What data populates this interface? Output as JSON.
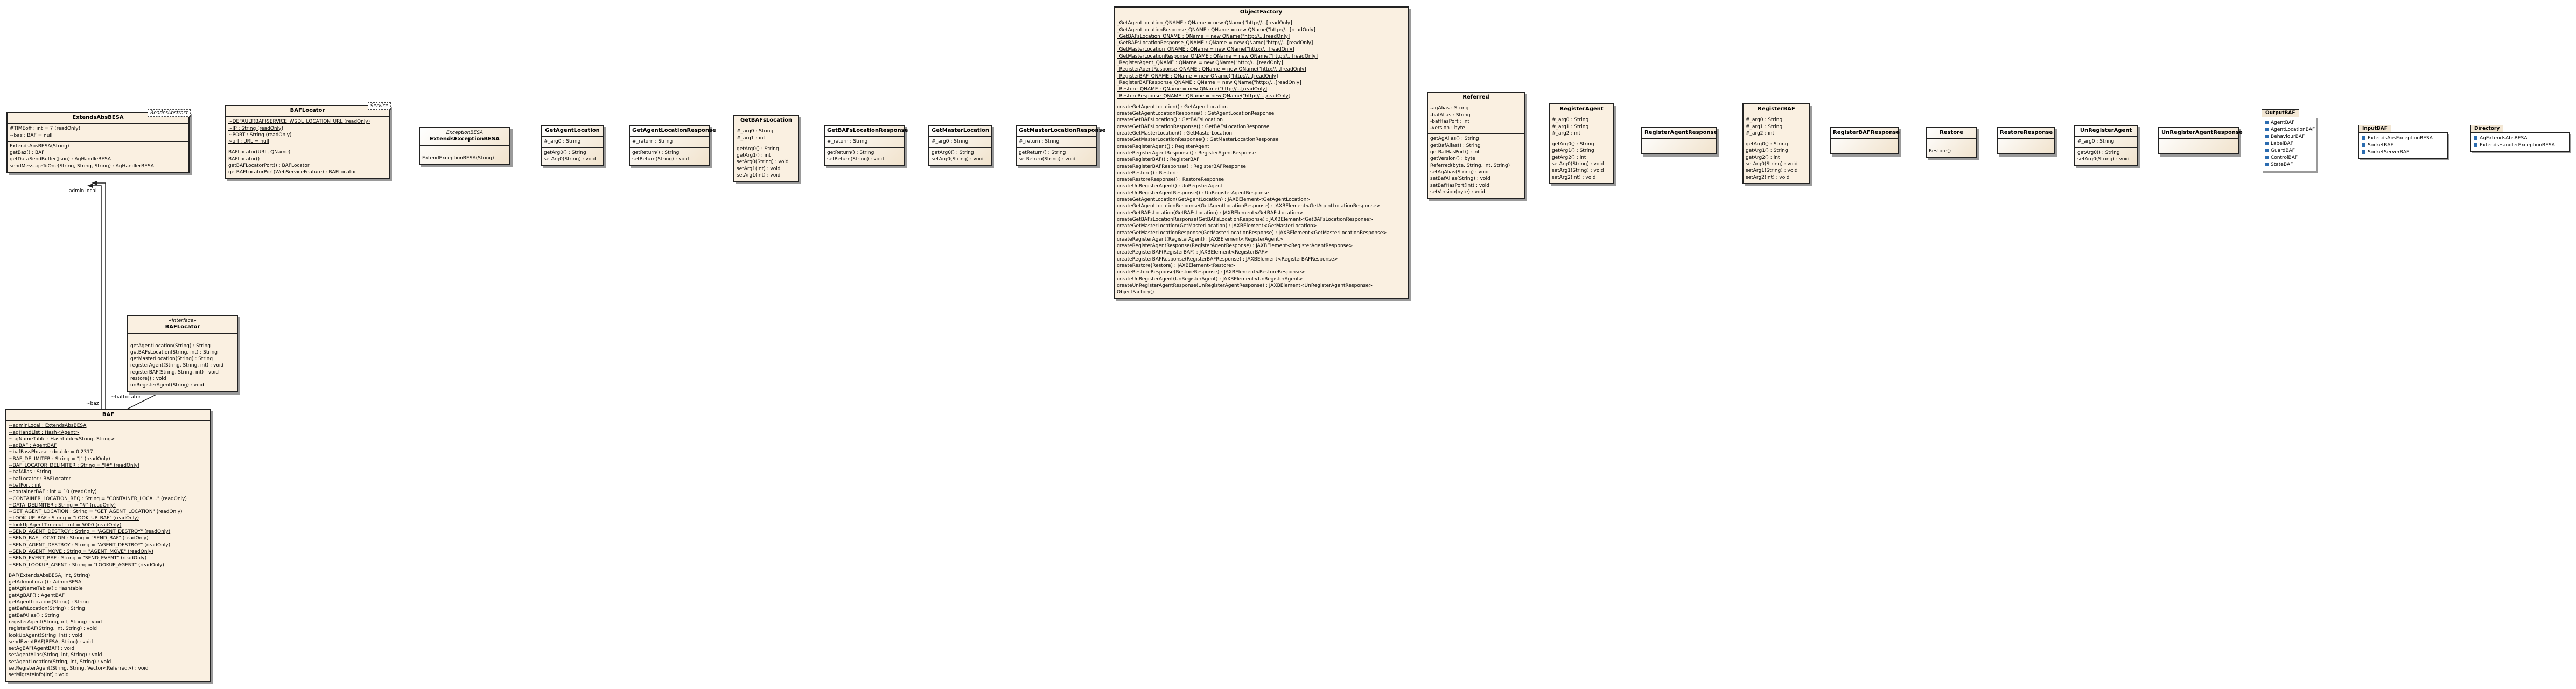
{
  "classes": {
    "readerAbstract": {
      "template": "ReaderAbstract",
      "stereotype": "",
      "name": "ExtendsAbsBESA",
      "attributes": [
        "#TIMEoff : int = 7 (readOnly)",
        "~baz : BAF = null"
      ],
      "methods": [
        "ExtendsAbsBESA(String)",
        "getBaz() : BAF",
        "getDataSendBuffer(Json) : AgHandleBESA",
        "sendMessageToOne(String, String, String) : AgHandlerBESA"
      ]
    },
    "bafLocator": {
      "template": "Service",
      "stereotype": "",
      "name": "BAFLocator",
      "attributes": [
        "~DEFAULT(BAF)SERVICE_WSDL_LOCATION_URL (readOnly)",
        "~IP : String (readOnly)",
        "~PORT : String (readOnly)",
        "~url : URL = null"
      ],
      "methods": [
        "BAFLocator(URL, QName)",
        "BAFLocator()",
        "getBAFLocatorPort() : BAFLocator",
        "getBAFLocatorPort(WebServiceFeature) : BAFLocator"
      ]
    },
    "exceptionBesa": {
      "template": "",
      "stereotype": "ExceptionBESA",
      "name": "ExtendsExceptionBESA",
      "attributes": [],
      "methods": [
        "ExtendExceptionBESA(String)"
      ]
    },
    "getAgentLocation": {
      "template": "",
      "stereotype": "",
      "name": "GetAgentLocation",
      "attributes": [
        "#_arg0 : String"
      ],
      "methods": [
        "getArg0() : String",
        "setArg0(String) : void"
      ]
    },
    "getAgentLocationResponse": {
      "template": "",
      "stereotype": "",
      "name": "GetAgentLocationResponse",
      "attributes": [
        "#_return : String"
      ],
      "methods": [
        "getReturn() : String",
        "setReturn(String) : void"
      ]
    },
    "getBafsLocation": {
      "template": "",
      "stereotype": "",
      "name": "GetBAFsLocation",
      "attributes": [
        "#_arg0 : String",
        "#_arg1 : int"
      ],
      "methods": [
        "getArg0() : String",
        "getArg1() : int",
        "setArg0(String) : void",
        "setArg1(int) : void",
        "setArg1(int) : void"
      ]
    },
    "getBafsLocationResponse": {
      "template": "",
      "stereotype": "",
      "name": "GetBAFsLocationResponse",
      "attributes": [
        "#_return : String"
      ],
      "methods": [
        "getReturn() : String",
        "setReturn(String) : void"
      ]
    },
    "getMasterLocation": {
      "template": "",
      "stereotype": "",
      "name": "GetMasterLocation",
      "attributes": [
        "#_arg0 : String"
      ],
      "methods": [
        "getArg0() : String",
        "setArg0(String) : void"
      ]
    },
    "getMasterLocationResponse": {
      "template": "",
      "stereotype": "",
      "name": "GetMasterLocationResponse",
      "attributes": [
        "#_return : String"
      ],
      "methods": [
        "getReturn() : String",
        "setReturn(String) : void"
      ]
    },
    "objectFactory": {
      "template": "",
      "stereotype": "",
      "name": "ObjectFactory",
      "attributes": [
        "_GetAgentLocation_QNAME : QName = new QName(\"http://...[readOnly]",
        "_GetAgentLocationResponse_QNAME : QName = new QName(\"http://...[readOnly]",
        "_GetBAFsLocation_QNAME : QName = new QName(\"http://...[readOnly]",
        "_GetBAFsLocationResponse_QNAME : QName = new QName(\"http://...[readOnly]",
        "_GetMasterLocation_QNAME : QName = new QName(\"http://...[readOnly]",
        "_GetMasterLocationResponse_QNAME : QName = new QName(\"http://...[readOnly]",
        "_RegisterAgent_QNAME : QName = new QName(\"http://...[readOnly]",
        "_RegisterAgentResponse_QNAME : QName = new QName(\"http://...[readOnly]",
        "_RegisterBAF_QNAME : QName = new QName(\"http://...[readOnly]",
        "_RegisterBAFResponse_QNAME : QName = new QName(\"http://...[readOnly]",
        "_Restore_QNAME : QName = new QName(\"http://...[readOnly]",
        "_RestoreResponse_QNAME : QName = new QName(\"http://...[readOnly]"
      ],
      "methods": [
        "createGetAgentLocation() : GetAgentLocation",
        "createGetAgentLocationResponse() : GetAgentLocationResponse",
        "createGetBAFsLocation() : GetBAFsLocation",
        "createGetBAFsLocationResponse() : GetBAFsLocationResponse",
        "createGetMasterLocation() : GetMasterLocation",
        "createGetMasterLocationResponse() : GetMasterLocationResponse",
        "createRegisterAgent() : RegisterAgent",
        "createRegisterAgentResponse() : RegisterAgentResponse",
        "createRegisterBAF() : RegisterBAF",
        "createRegisterBAFResponse() : RegisterBAFResponse",
        "createRestore() : Restore",
        "createRestoreResponse() : RestoreResponse",
        "createUnRegisterAgent() : UnRegisterAgent",
        "createUnRegisterAgentResponse() : UnRegisterAgentResponse",
        "createGetAgentLocation(GetAgentLocation) : JAXBElement<GetAgentLocation>",
        "createGetAgentLocationResponse(GetAgentLocationResponse) : JAXBElement<GetAgentLocationResponse>",
        "createGetBAFsLocation(GetBAFsLocation) : JAXBElement<GetBAFsLocation>",
        "createGetBAFsLocationResponse(GetBAFsLocationResponse) : JAXBElement<GetBAFsLocationResponse>",
        "createGetMasterLocation(GetMasterLocation) : JAXBElement<GetMasterLocation>",
        "createGetMasterLocationResponse(GetMasterLocationResponse) : JAXBElement<GetMasterLocationResponse>",
        "createRegisterAgent(RegisterAgent) : JAXBElement<RegisterAgent>",
        "createRegisterAgentResponse(RegisterAgentResponse) : JAXBElement<RegisterAgentResponse>",
        "createRegisterBAF(RegisterBAF) : JAXBElement<RegisterBAF>",
        "createRegisterBAFResponse(RegisterBAFResponse) : JAXBElement<RegisterBAFResponse>",
        "createRestore(Restore) : JAXBElement<Restore>",
        "createRestoreResponse(RestoreResponse) : JAXBElement<RestoreResponse>",
        "createUnRegisterAgent(UnRegisterAgent) : JAXBElement<UnRegisterAgent>",
        "createUnRegisterAgentResponse(UnRegisterAgentResponse) : JAXBElement<UnRegisterAgentResponse>",
        "ObjectFactory()"
      ]
    },
    "referred": {
      "template": "",
      "stereotype": "",
      "name": "Referred",
      "attributes": [
        "-agAlias : String",
        "-bafAlias : String",
        "-bafHasPort : int",
        "-version : byte"
      ],
      "methods": [
        "getAgAlias() : String",
        "getBafAlias() : String",
        "getBafHasPort() : int",
        "getVersion() : byte",
        "Referred(byte, String, int, String)",
        "setAgAlias(String) : void",
        "setBafAlias(String) : void",
        "setBafHasPort(int) : void",
        "setVersion(byte) : void"
      ]
    },
    "registerAgent": {
      "template": "",
      "stereotype": "",
      "name": "RegisterAgent",
      "attributes": [
        "#_arg0 : String",
        "#_arg1 : String",
        "#_arg2 : int"
      ],
      "methods": [
        "getArg0() : String",
        "getArg1() : String",
        "getArg2() : int",
        "setArg0(String) : void",
        "setArg1(String) : void",
        "setArg2(int) : void"
      ]
    },
    "registerAgentResponse": {
      "template": "",
      "stereotype": "",
      "name": "RegisterAgentResponse",
      "attributes": [],
      "methods": []
    },
    "registerBaf": {
      "template": "",
      "stereotype": "",
      "name": "RegisterBAF",
      "attributes": [
        "#_arg0 : String",
        "#_arg1 : String",
        "#_arg2 : int"
      ],
      "methods": [
        "getArg0() : String",
        "getArg1() : String",
        "getArg2() : int",
        "setArg0(String) : void",
        "setArg1(String) : void",
        "setArg2(int) : void"
      ]
    },
    "registerBafResponse": {
      "template": "",
      "stereotype": "",
      "name": "RegisterBAFResponse",
      "attributes": [],
      "methods": []
    },
    "restore": {
      "template": "",
      "stereotype": "",
      "name": "Restore",
      "attributes": [],
      "methods": [
        "Restore()"
      ]
    },
    "restoreResponse": {
      "template": "",
      "stereotype": "",
      "name": "RestoreResponse",
      "attributes": [],
      "methods": []
    },
    "unRegisterAgent": {
      "template": "",
      "stereotype": "",
      "name": "UnRegisterAgent",
      "attributes": [
        "#_arg0 : String"
      ],
      "methods": [
        "getArg0() : String",
        "setArg0(String) : void"
      ]
    },
    "unRegisterAgentResponse": {
      "template": "",
      "stereotype": "",
      "name": "UnRegisterAgentResponse",
      "attributes": [],
      "methods": []
    },
    "bafLocatorIface": {
      "template": "",
      "stereotype": "«Interface»",
      "name": "BAFLocator",
      "attributes": [],
      "methods": [
        "getAgentLocation(String) : String",
        "getBAFsLocation(String, int) : String",
        "getMasterLocation(String) : String",
        "registerAgent(String, String, int) : void",
        "registerBAF(String, String, int) : void",
        "restore() : void",
        "unRegisterAgent(String) : void"
      ]
    },
    "baf": {
      "template": "",
      "stereotype": "",
      "name": "BAF",
      "attributes": [
        "~adminLocal : ExtendsAbsBESA",
        "~agHandList : Hash<Agent>",
        "~agNameTable : Hashtable<String, String>",
        "~agBAF : AgentBAF",
        "~bafPassPhrase : double = 0.2317",
        "~BAF_DELIMITER : String = \"|\" (readOnly)",
        "~BAF_LOCATOR_DELIMITER : String = \"|#\" (readOnly)",
        "~bafAlias : String",
        "~bafLocator : BAFLocator",
        "~bafPort : int",
        "~containerBAF : int = 10 (readOnly)",
        "~CONTAINER_LOCATION_REQ : String = \"CONTAINER_LOCA...\" (readOnly)",
        "~DATA_DELIMITER : String = \"#\" (readOnly)",
        "~GET_AGENT_LOCATION : String = \"GET_AGENT_LOCATION\" (readOnly)",
        "~LOOK_UP_BAF : String = \"LOOK_UP_BAF\" (readOnly)",
        "~lookUpAgentTimeout : int = 5000 (readOnly)",
        "~SEND_AGENT_DESTROY : String = \"AGENT_DESTROY\" (readOnly)",
        "~SEND_BAF_LOCATION : String = \"SEND_BAF\" (readOnly)",
        "~SEND_AGENT_DESTROY : String = \"AGENT_DESTROY\" (readOnly)",
        "~SEND_AGENT_MOVE : String = \"AGENT_MOVE\" (readOnly)",
        "~SEND_EVENT_BAF : String = \"SEND_EVENT\" (readOnly)",
        "~SEND_LOOKUP_AGENT : String = \"LOOKUP_AGENT\" (readOnly)"
      ],
      "methods": [
        "BAF(ExtendsAbsBESA, int, String)",
        "getAdminLocal() : AdminBESA",
        "getAgNameTable() : Hashtable",
        "getAgBAF() : AgentBAF",
        "getAgentLocation(String) : String",
        "getBafsLocation(String) : String",
        "getBafAlias() : String",
        "registerAgent(String, int, String) : void",
        "registerBAF(String, int, String) : void",
        "lookUpAgent(String, int) : void",
        "sendEventBAF(BESA, String) : void",
        "setAgBAF(AgentBAF) : void",
        "setAgentAlias(String, int, String) : void",
        "setAgentLocation(String, int, String) : void",
        "setRegisterAgent(String, String, Vector<Referred>) : void",
        "setMigrateInfo(int) : void"
      ]
    }
  },
  "packages": {
    "outputBaf": {
      "name": "OutputBAF",
      "items": [
        "AgentBAF",
        "AgentLocationBAF",
        "BehaviourBAF",
        "LabelBAF",
        "GuardBAF",
        "ControlBAF",
        "StateBAF"
      ]
    },
    "inputBaf": {
      "name": "InputBAF",
      "items": [
        "ExtendsAbsExceptionBESA",
        "SocketBAF",
        "SocketServerBAF"
      ]
    },
    "directory": {
      "name": "Directory",
      "items": [
        "AgExtendsAbsBESA",
        "ExtendsHandlerExceptionBESA"
      ]
    }
  },
  "links": {
    "adminLocal": "adminLocal",
    "baz": "~baz",
    "bafLocator": "~bafLocator"
  }
}
